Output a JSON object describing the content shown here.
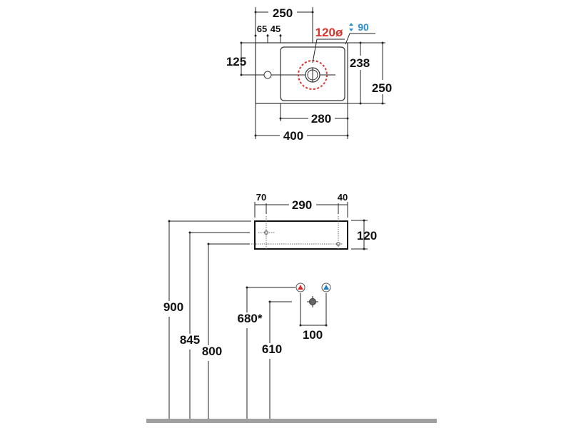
{
  "top_view": {
    "dim_width_tap_offset": "250",
    "dim_tap_left": "65",
    "dim_tap_gap": "45",
    "dim_drain_diameter": "120ø",
    "dim_drain_depth": "90",
    "dim_tap_from_back": "125",
    "dim_bowl_depth": "238",
    "dim_total_depth": "250",
    "dim_bowl_width": "280",
    "dim_total_width": "400"
  },
  "side_view": {
    "dim_left_offset": "70",
    "dim_span": "290",
    "dim_right_offset": "40",
    "dim_height": "120",
    "dim_top_height": "900",
    "dim_tap_height": "845",
    "dim_bottom_height": "800",
    "dim_supply_height": "680*",
    "dim_drain_height": "610",
    "dim_supply_spacing": "100"
  },
  "colors": {
    "hot": "#d9322b",
    "cold": "#1f7fc4",
    "drain_ring": "#d9322b",
    "depth_label": "#2a8fd0",
    "floor": "#a0a0a0"
  }
}
